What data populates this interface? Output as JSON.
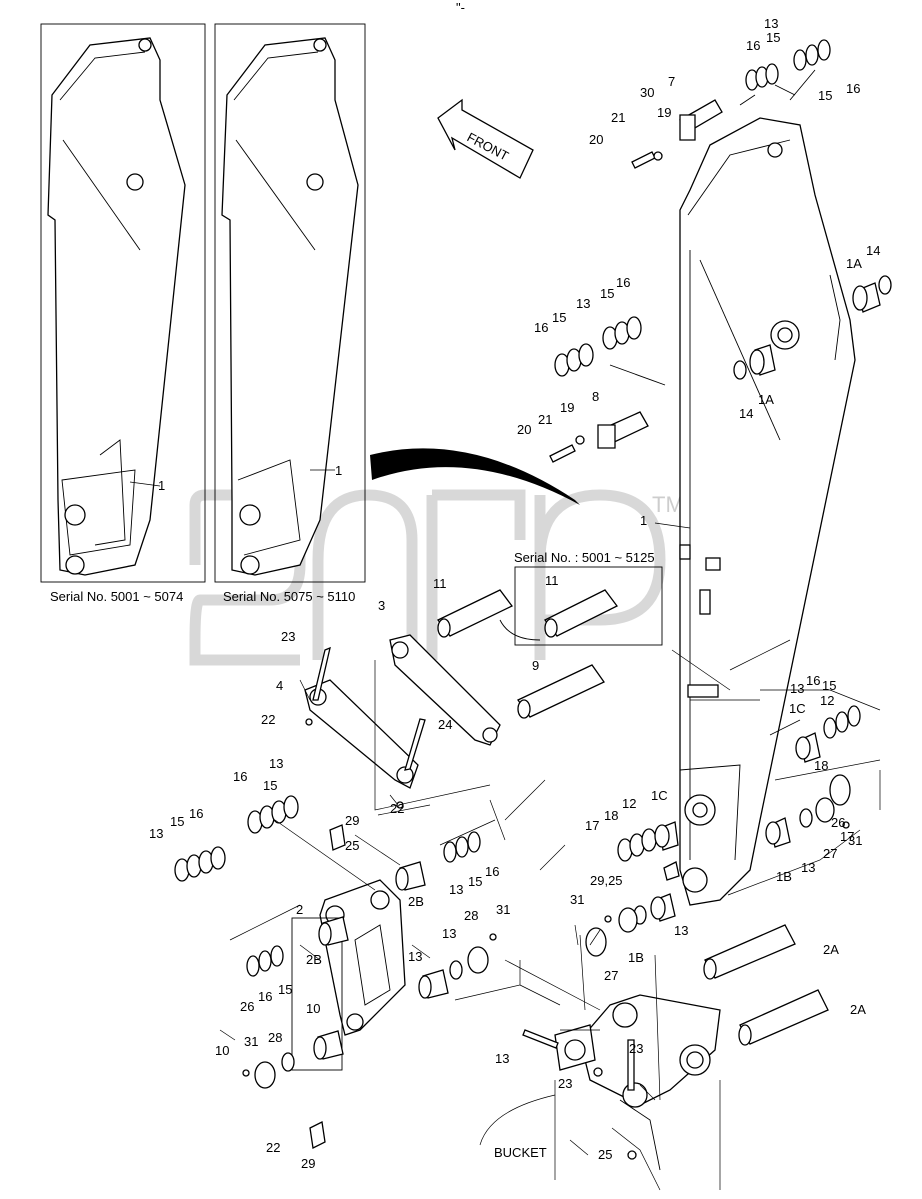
{
  "top_mark": "\"-",
  "inset_serials": [
    "Serial No. 5001 ~ 5074",
    "Serial No. 5075 ~ 5110"
  ],
  "callout_serial": "Serial No. : 5001 ~ 5125",
  "front_label": "FRONT",
  "bucket_label": "BUCKET",
  "watermark_mark": "TM",
  "labels": [
    "13",
    "16",
    "15",
    "15",
    "16",
    "7",
    "30",
    "19",
    "21",
    "20",
    "1A",
    "14",
    "16",
    "15",
    "16",
    "15",
    "13",
    "14",
    "1A",
    "8",
    "19",
    "21",
    "20",
    "1",
    "1",
    "1",
    "11",
    "11",
    "3",
    "23",
    "9",
    "4",
    "22",
    "24",
    "22",
    "13",
    "16",
    "15",
    "13",
    "15",
    "16",
    "13",
    "16",
    "15",
    "17",
    "18",
    "12",
    "1C",
    "1C",
    "12",
    "18",
    "17",
    "26",
    "29",
    "25",
    "16",
    "15",
    "13",
    "29,25",
    "1B",
    "13",
    "27",
    "31",
    "2",
    "2B",
    "28",
    "31",
    "31",
    "13",
    "2B",
    "13",
    "1B",
    "27",
    "26",
    "16",
    "15",
    "13",
    "2A",
    "10",
    "2A",
    "10",
    "31",
    "28",
    "13",
    "23",
    "23",
    "22",
    "29",
    "25",
    "22"
  ]
}
